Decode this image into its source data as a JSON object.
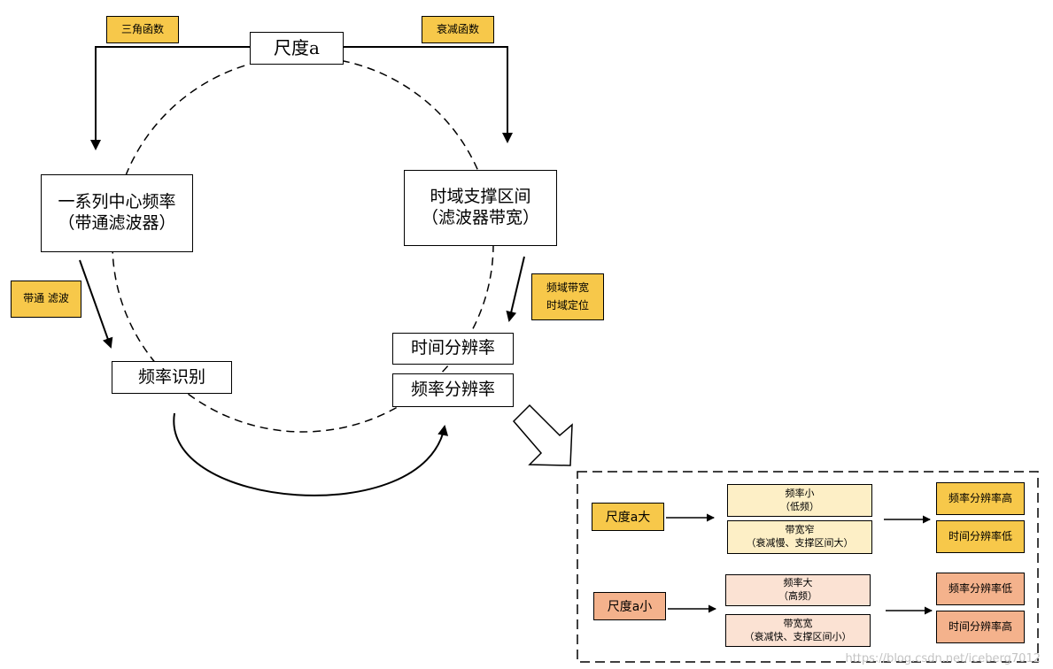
{
  "colors": {
    "tag_yellow": "#f7c84a",
    "light_yellow": "#fdefc6",
    "light_peach": "#fbe2d3",
    "peach": "#f4b28c"
  },
  "top_box": "尺度a",
  "tags": {
    "trig": "三角函数",
    "decay": "衰减函数",
    "bandpass": "带通 滤波",
    "freq_bandwidth": "频域带宽",
    "time_localization": "时域定位"
  },
  "left_box": {
    "line1": "一系列中心频率",
    "line2": "（带通滤波器）"
  },
  "right_box": {
    "line1": "时域支撑区间",
    "line2": "（滤波器带宽）"
  },
  "freq_identify": "频率识别",
  "time_resolution": "时间分辨率",
  "freq_resolution": "频率分辨率",
  "detail": {
    "large": {
      "label": "尺度a大",
      "freq": {
        "line1": "频率小",
        "line2": "（低频）"
      },
      "bandwidth": {
        "line1": "带宽窄",
        "line2": "（衰减慢、支撑区间大）"
      },
      "result1": "频率分辨率高",
      "result2": "时间分辨率低"
    },
    "small": {
      "label": "尺度a小",
      "freq": {
        "line1": "频率大",
        "line2": "（高频）"
      },
      "bandwidth": {
        "line1": "带宽宽",
        "line2": "（衰减快、支撑区间小）"
      },
      "result1": "频率分辨率低",
      "result2": "时间分辨率高"
    }
  },
  "watermark": "https://blog.csdn.net/iceberg7012"
}
